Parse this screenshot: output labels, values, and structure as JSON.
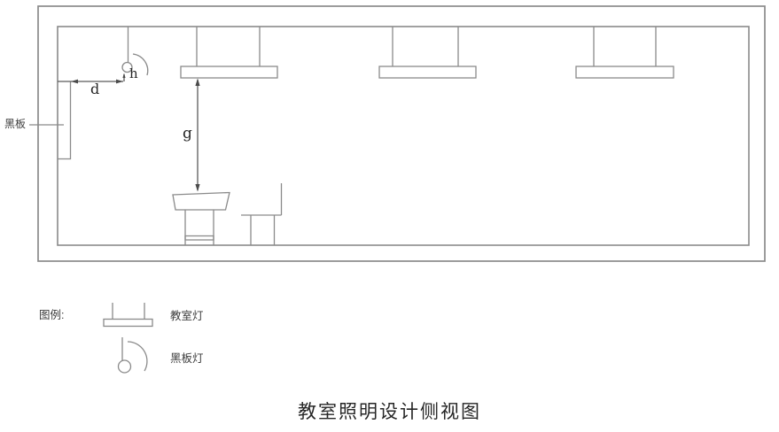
{
  "caption": "教室照明设计侧视图",
  "diagram": {
    "blackboard_label": "黑板",
    "dimensions": {
      "d": "d",
      "h": "h",
      "g": "g"
    },
    "lamp_count": 3
  },
  "legend": {
    "title": "图例:",
    "items": [
      {
        "symbol": "classroom-lamp-icon",
        "label": "教室灯"
      },
      {
        "symbol": "blackboard-lamp-icon",
        "label": "黑板灯"
      }
    ]
  },
  "colors": {
    "line": "#8a8a8a",
    "arrow": "#4a4a4a",
    "text": "#3d3d3d",
    "caption_text": "#262626",
    "background": "#ffffff"
  }
}
